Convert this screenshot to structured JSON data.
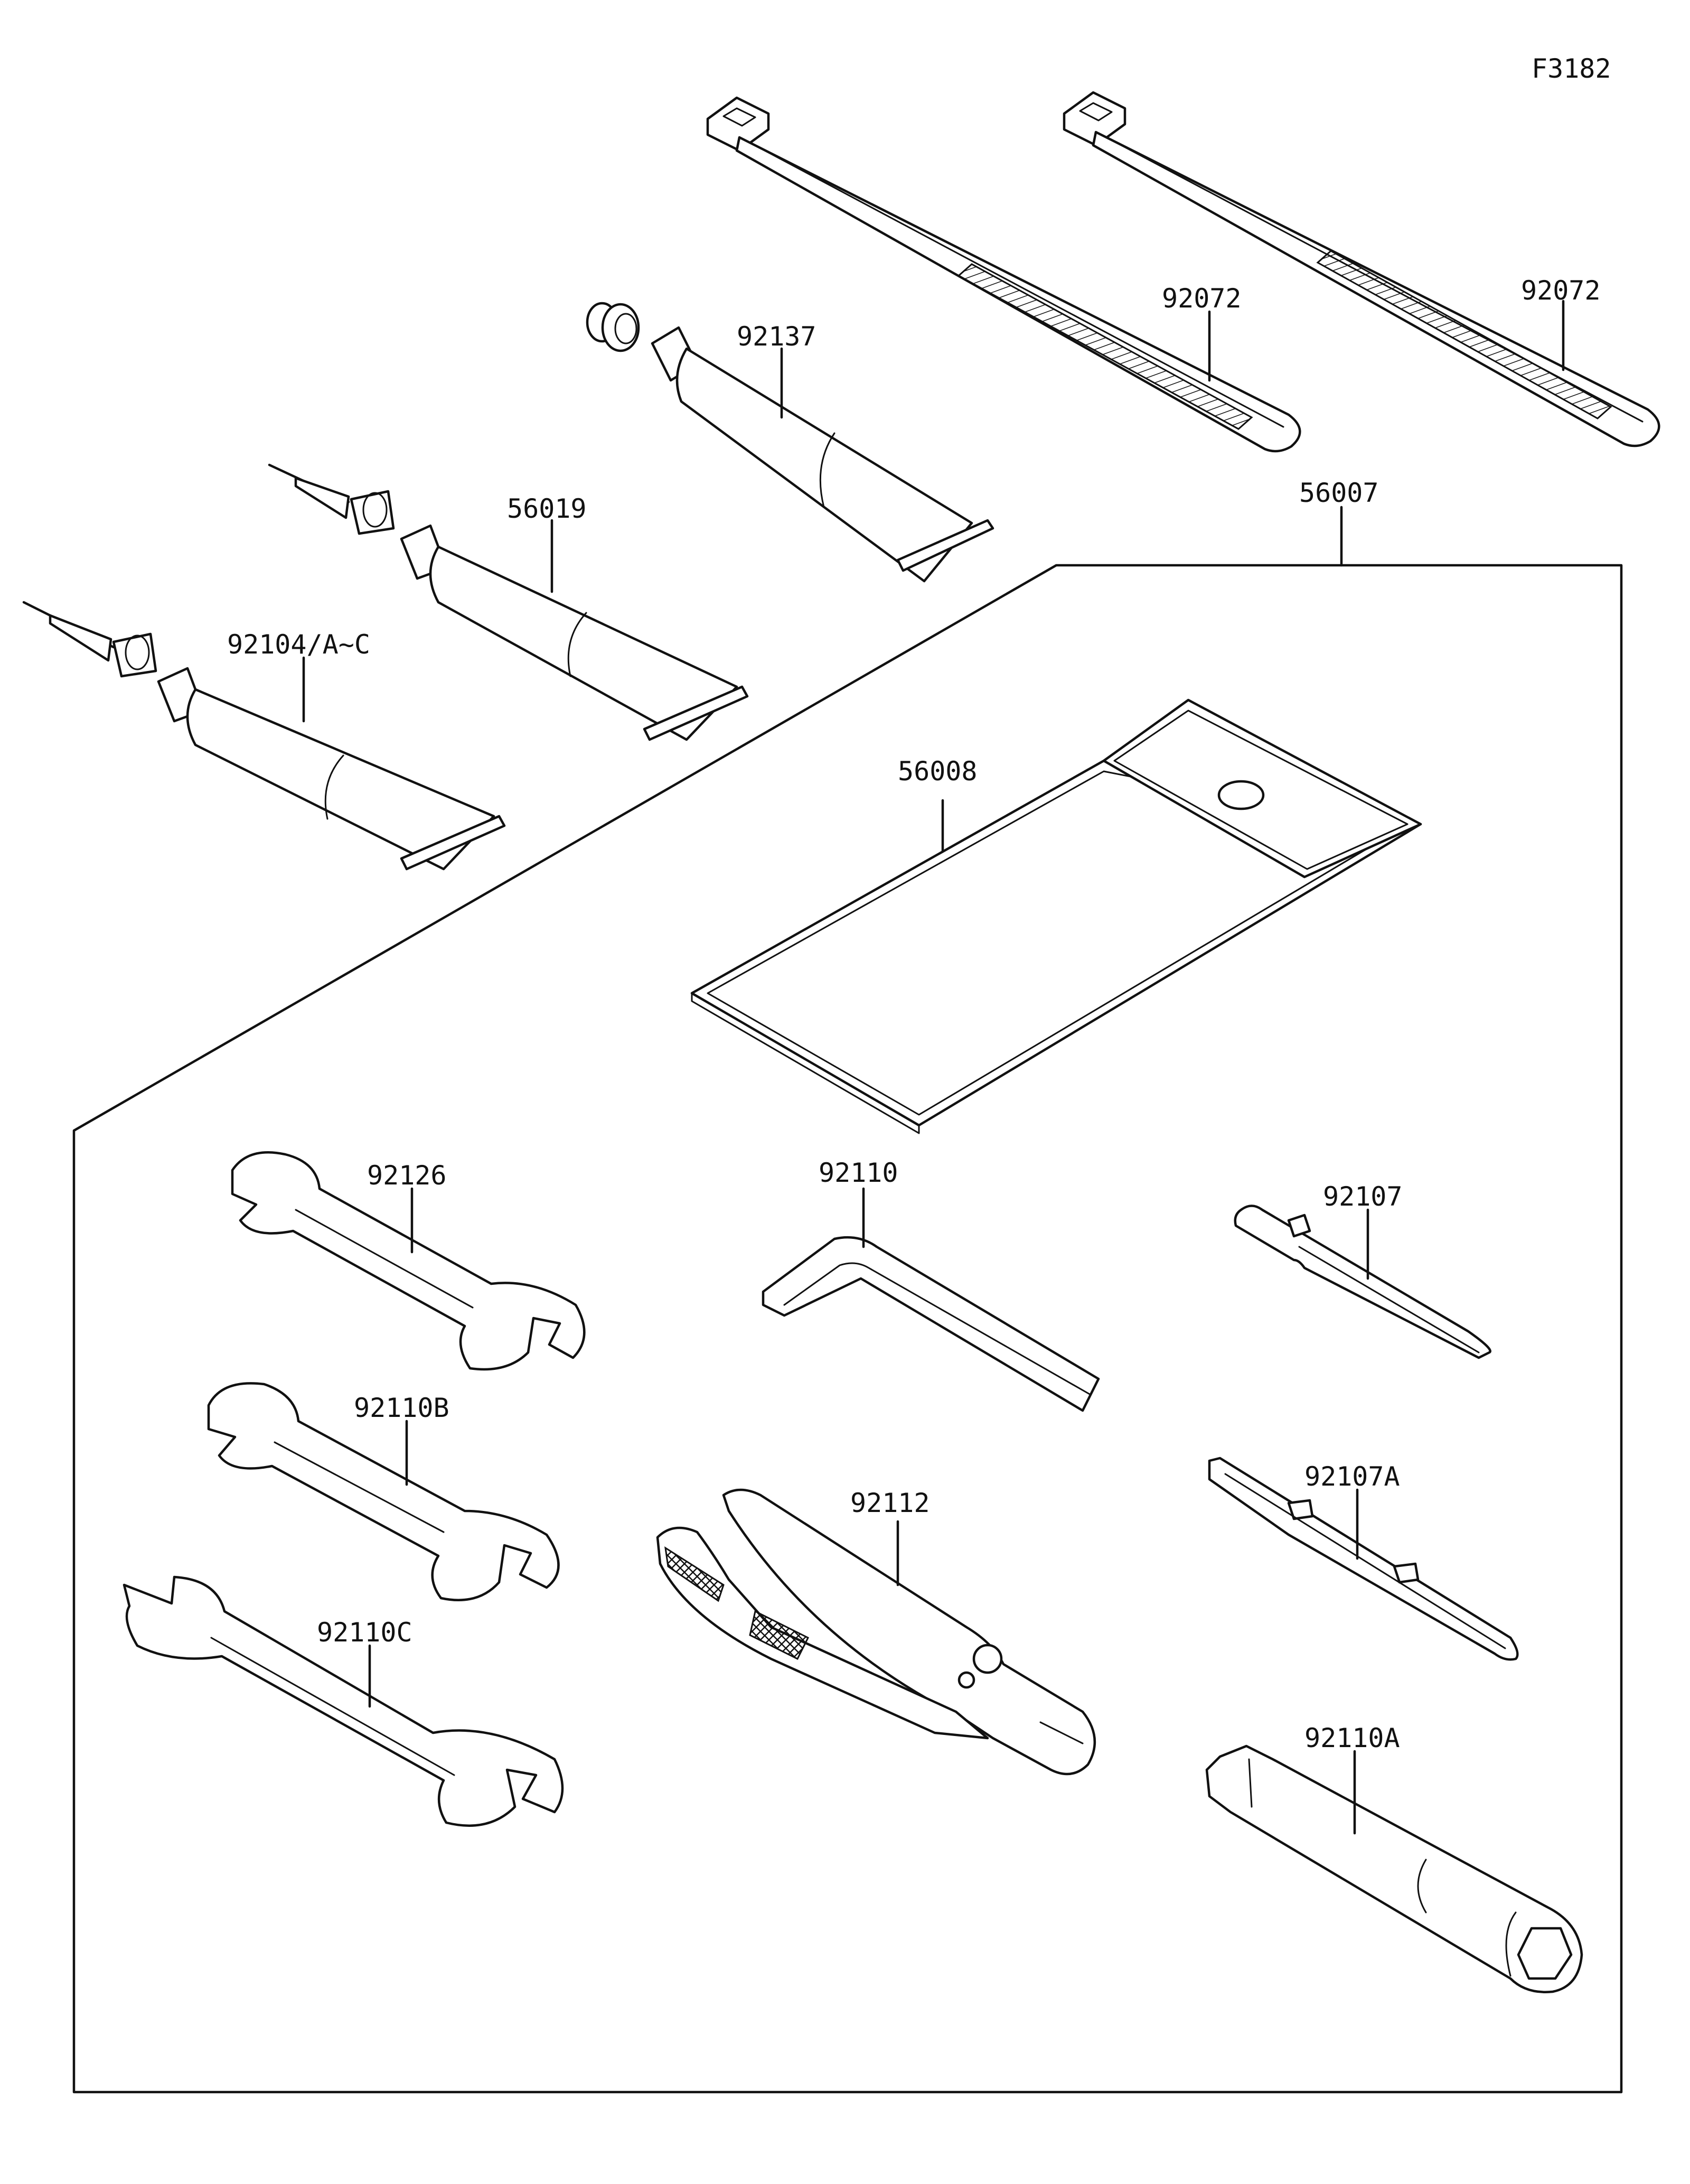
{
  "diagram": {
    "figure_code": "F3182",
    "parts": {
      "cable_tie_left": "92072",
      "cable_tie_right": "92072",
      "grease_tube": "92137",
      "sealant_tube": "56019",
      "bond_tube": "92104/A~C",
      "tool_kit_set": "56007",
      "tool_bag": "56008",
      "wrench_top": "92126",
      "wrench_middle": "92110B",
      "wrench_bottom": "92110C",
      "hex_key": "92110",
      "pliers": "92112",
      "screwdriver_bit": "92107",
      "screwdriver_grip": "92107A",
      "spark_plug_wrench": "92110A"
    }
  }
}
